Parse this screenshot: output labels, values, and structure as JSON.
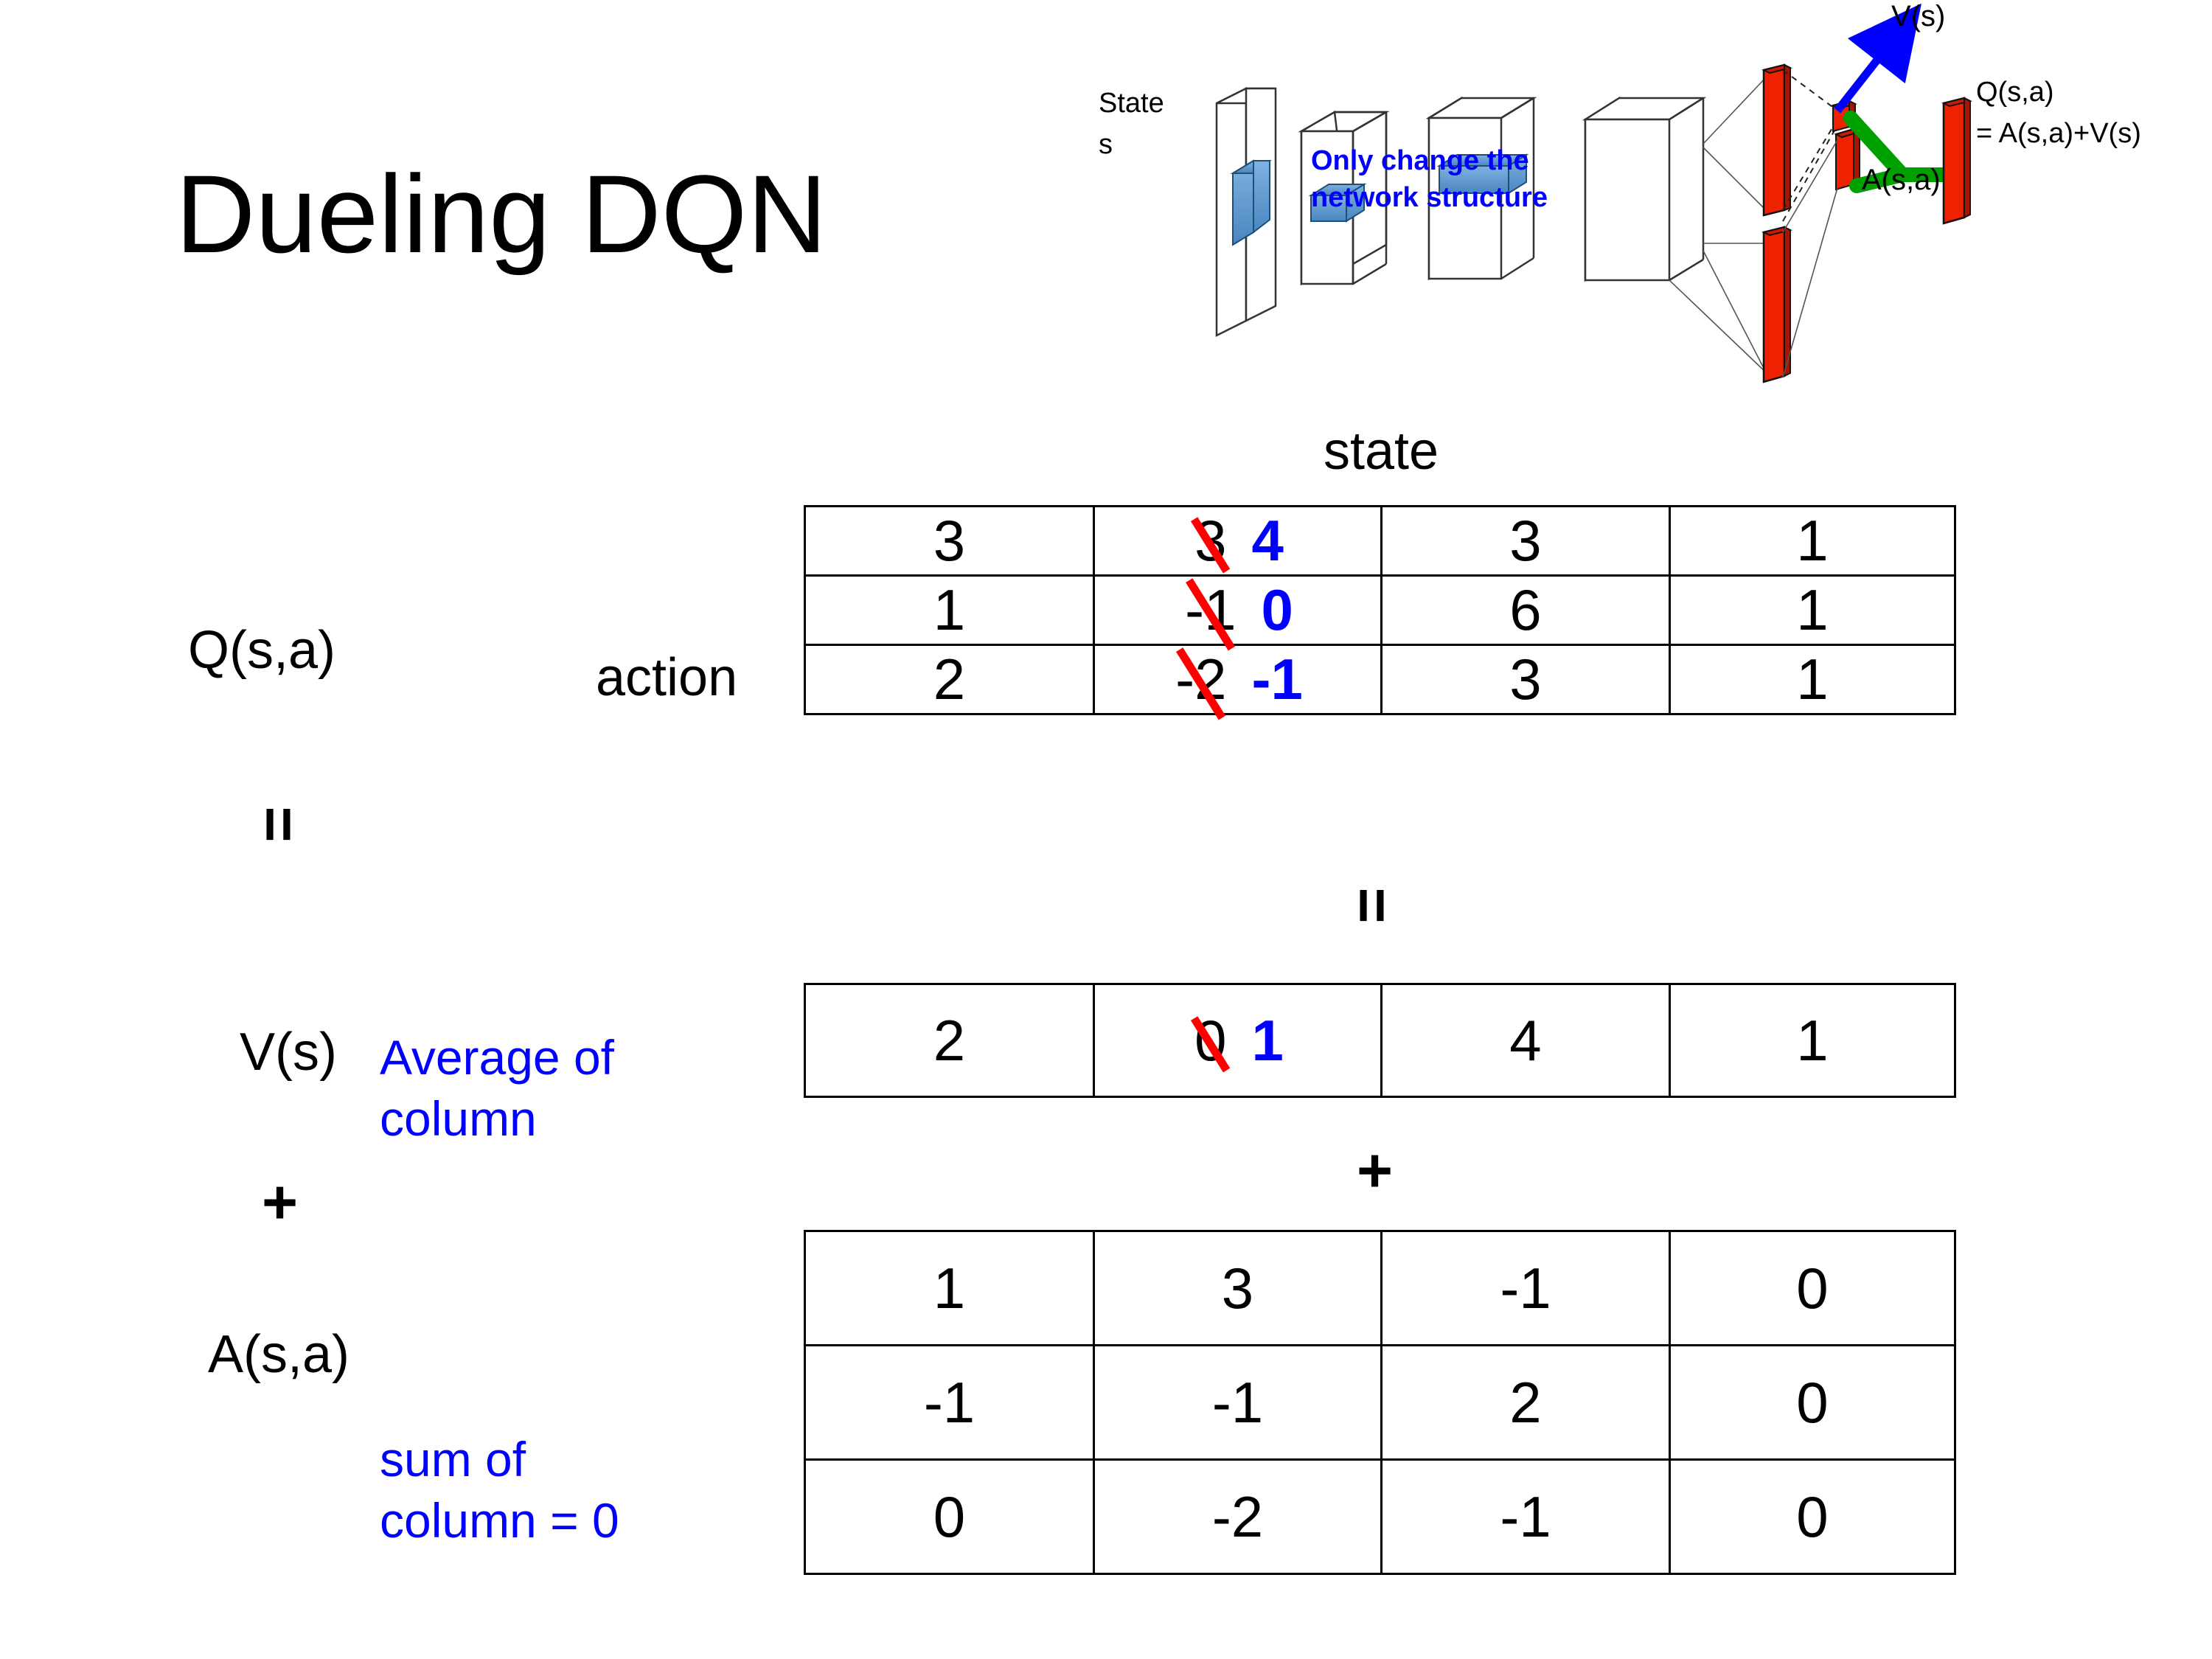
{
  "slide": {
    "title": "Dueling DQN"
  },
  "diagram": {
    "state_label_line1": "State",
    "state_label_line2": "s",
    "note_line1": "Only change the",
    "note_line2": "network structure",
    "v_label": "V(s)",
    "a_label": "A(s,a)",
    "q_label_line1": "Q(s,a)",
    "q_label_line2": "= A(s,a)+V(s)",
    "colors": {
      "note": "#0000ff",
      "arrow": "#0000ff",
      "bars": "#ee2200",
      "merge": "#00a000",
      "input": "#5b9bd5"
    }
  },
  "labels": {
    "state_axis": "state",
    "action_axis": "action",
    "q_label": "Q(s,a)",
    "v_label": "V(s)",
    "a_label": "A(s,a)",
    "equals_left": "=",
    "plus_left": "+",
    "equals_mid": "=",
    "plus_mid": "+",
    "annotation_avg_line1": "Average of",
    "annotation_avg_line2": "column",
    "annotation_sum_line1": "sum of",
    "annotation_sum_line2": "column = 0",
    "annotation_color": "#0000ff"
  },
  "chart_data": {
    "type": "table",
    "title": "Dueling DQN  Q(s,a) = V(s) + A(s,a)",
    "xlabel": "state",
    "ylabel": "action",
    "tables": [
      {
        "name": "Q(s,a)",
        "rows": 3,
        "cols": 4,
        "values": [
          [
            "3",
            "3",
            "3",
            "1"
          ],
          [
            "1",
            "-1",
            "6",
            "1"
          ],
          [
            "2",
            "-2",
            "3",
            "1"
          ]
        ],
        "edits": [
          {
            "row": 0,
            "col": 1,
            "old": "3",
            "new": "4"
          },
          {
            "row": 1,
            "col": 1,
            "old": "-1",
            "new": "0"
          },
          {
            "row": 2,
            "col": 1,
            "old": "-2",
            "new": "-1"
          }
        ]
      },
      {
        "name": "V(s)",
        "rows": 1,
        "cols": 4,
        "values": [
          [
            "2",
            "0",
            "4",
            "1"
          ]
        ],
        "edits": [
          {
            "row": 0,
            "col": 1,
            "old": "0",
            "new": "1"
          }
        ]
      },
      {
        "name": "A(s,a)",
        "rows": 3,
        "cols": 4,
        "values": [
          [
            "1",
            "3",
            "-1",
            "0"
          ],
          [
            "-1",
            "-1",
            "2",
            "0"
          ],
          [
            "0",
            "-2",
            "-1",
            "0"
          ]
        ],
        "edits": []
      }
    ],
    "strike_color": "#ff0000",
    "correction_color": "#0000ff"
  }
}
